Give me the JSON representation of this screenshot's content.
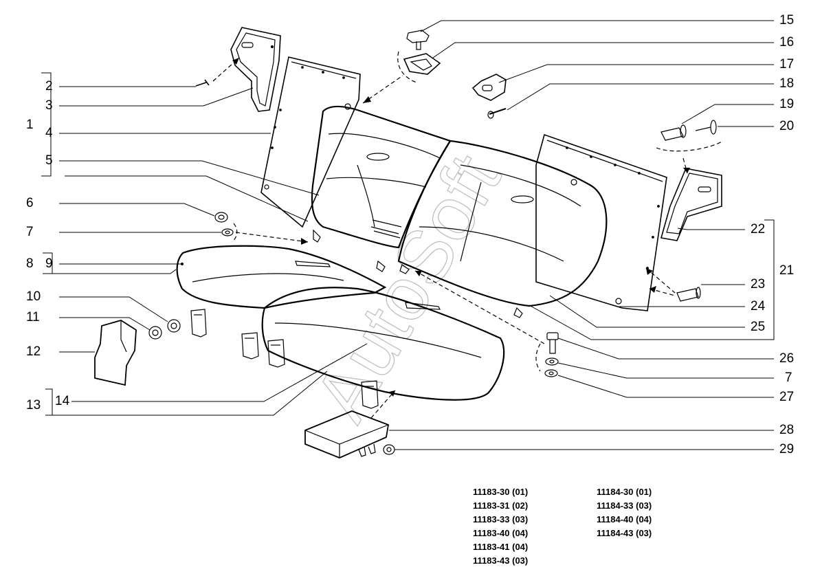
{
  "callouts": {
    "1": "1",
    "2": "2",
    "3": "3",
    "4": "4",
    "5": "5",
    "6": "6",
    "7a": "7",
    "8": "8",
    "9": "9",
    "10": "10",
    "11": "11",
    "12": "12",
    "13": "13",
    "14": "14",
    "15": "15",
    "16": "16",
    "17": "17",
    "18": "18",
    "19": "19",
    "20": "20",
    "21": "21",
    "22": "22",
    "23": "23",
    "24": "24",
    "25": "25",
    "26": "26",
    "7b": "7",
    "27": "27",
    "28": "28",
    "29": "29"
  },
  "codes_left": [
    "11183-30 (01)",
    "11183-31 (02)",
    "11183-33 (03)",
    "11183-40 (04)",
    "11183-41 (04)",
    "11183-43 (03)"
  ],
  "codes_right": [
    "11184-30 (01)",
    "11184-33 (03)",
    "11184-40 (04)",
    "11184-43 (03)"
  ],
  "watermark": "AutoSoft",
  "colors": {
    "line": "#000000",
    "paper": "#ffffff",
    "shade": "#e6e6e6"
  }
}
